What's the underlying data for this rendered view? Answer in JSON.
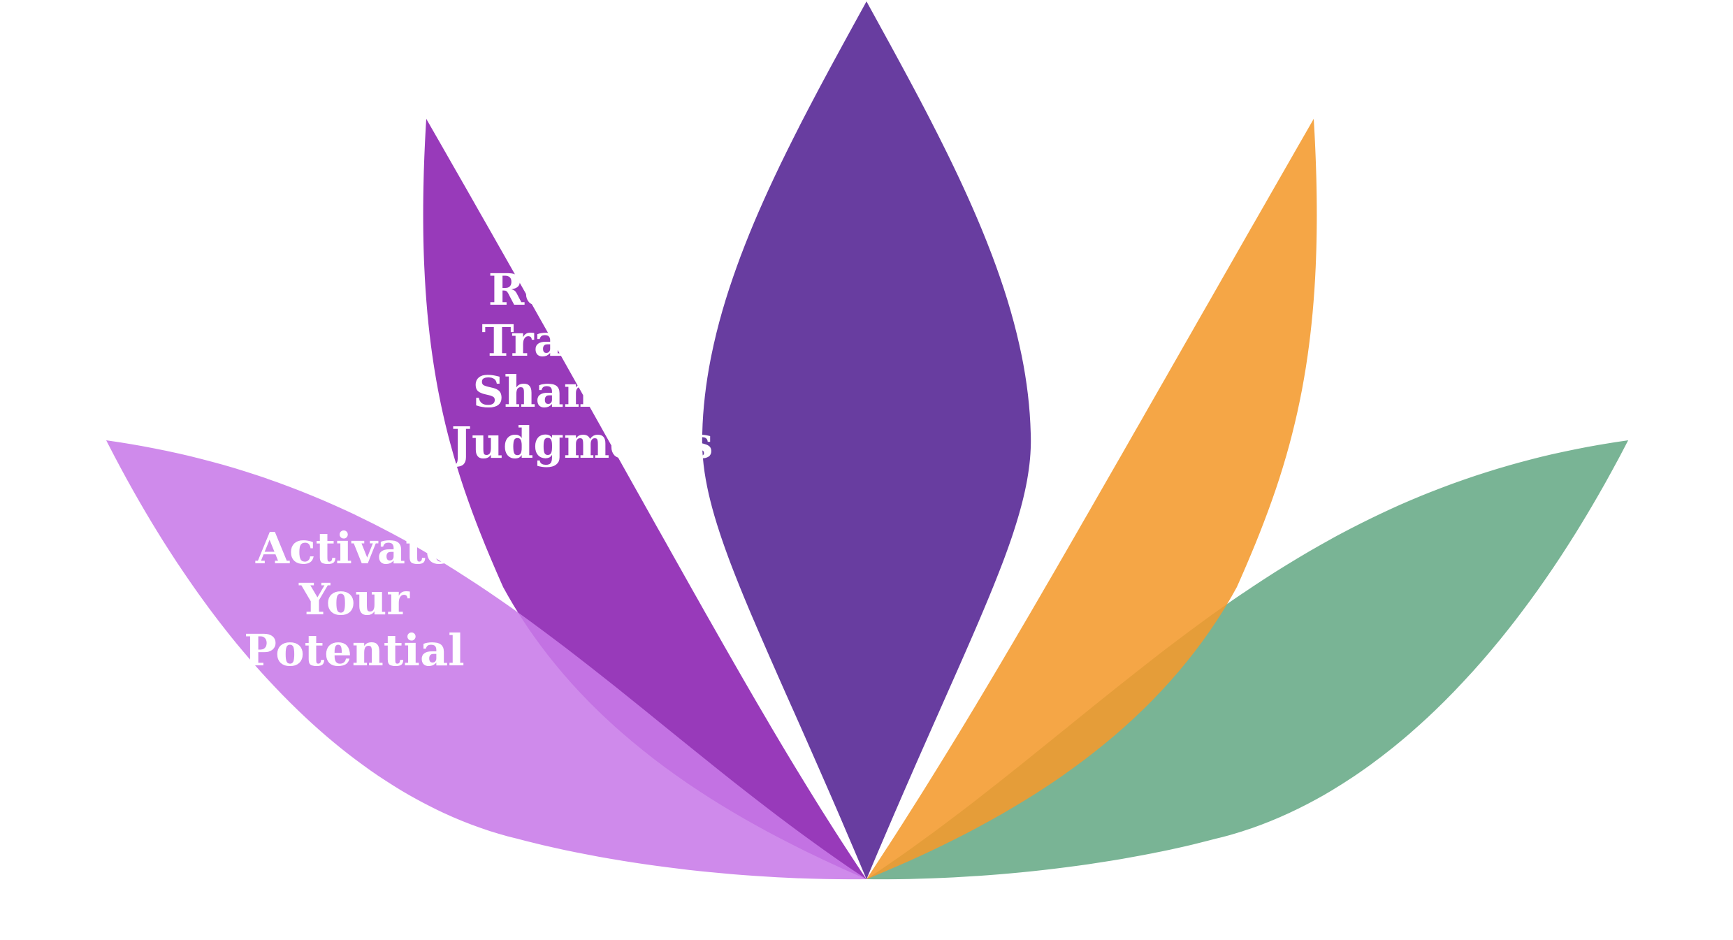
{
  "diagram": {
    "petals": [
      {
        "id": "far-left",
        "color": "#c87ae8",
        "opacity": 0.88,
        "label_lines": []
      },
      {
        "id": "left",
        "color": "#8a1fb0",
        "opacity": 0.88,
        "label_lines": [
          "Release",
          "Trauma,",
          "Shame &",
          "Judgments"
        ]
      },
      {
        "id": "center",
        "color": "#5b2d98",
        "opacity": 0.92,
        "label_lines": []
      },
      {
        "id": "right",
        "color": "#f49a2c",
        "opacity": 0.88,
        "label_lines": []
      },
      {
        "id": "far-right",
        "color": "#62a783",
        "opacity": 0.85,
        "label_lines": []
      }
    ],
    "labels": {
      "release": [
        "Release",
        "Trauma,",
        "Shame &",
        "Judgments"
      ],
      "activate": [
        "Activate",
        "Your",
        "Potential"
      ]
    }
  }
}
